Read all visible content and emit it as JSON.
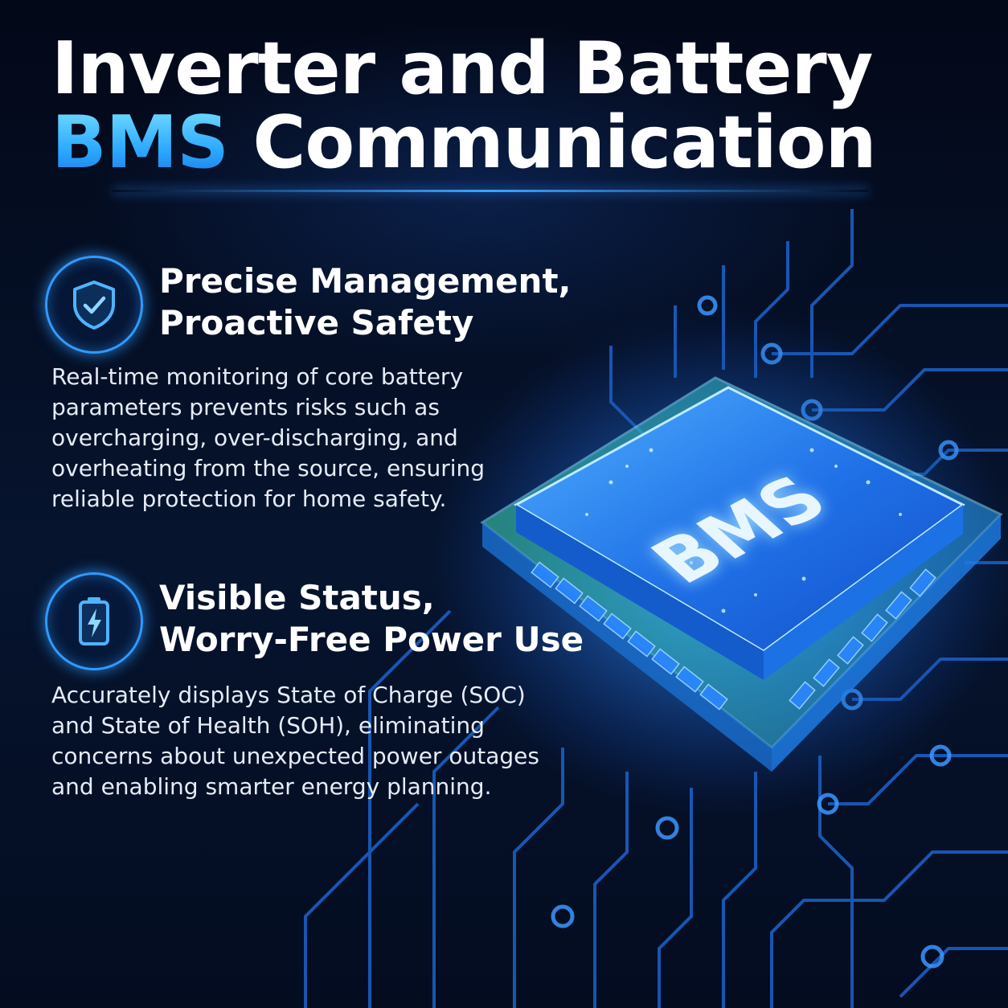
{
  "title": {
    "line1": "Inverter and Battery",
    "line2_accent": "BMS",
    "line2_rest": "Communication"
  },
  "chip": {
    "label": "BMS"
  },
  "features": [
    {
      "icon": "shield-check-icon",
      "title_line1": "Precise Management,",
      "title_line2": "Proactive Safety",
      "body": "Real-time monitoring of core battery parameters prevents risks such as overcharging, over-discharging, and overheating from the source, ensuring reliable protection for home safety."
    },
    {
      "icon": "battery-bolt-icon",
      "title_line1": "Visible Status,",
      "title_line2": "Worry-Free Power Use",
      "body": "Accurately displays State of Charge (SOC) and State of Health (SOH), eliminating concerns about unexpected power outages and enabling smarter energy planning."
    }
  ],
  "colors": {
    "background": "#040b1c",
    "accent": "#2aa8ff",
    "glow": "#2f9bff"
  }
}
